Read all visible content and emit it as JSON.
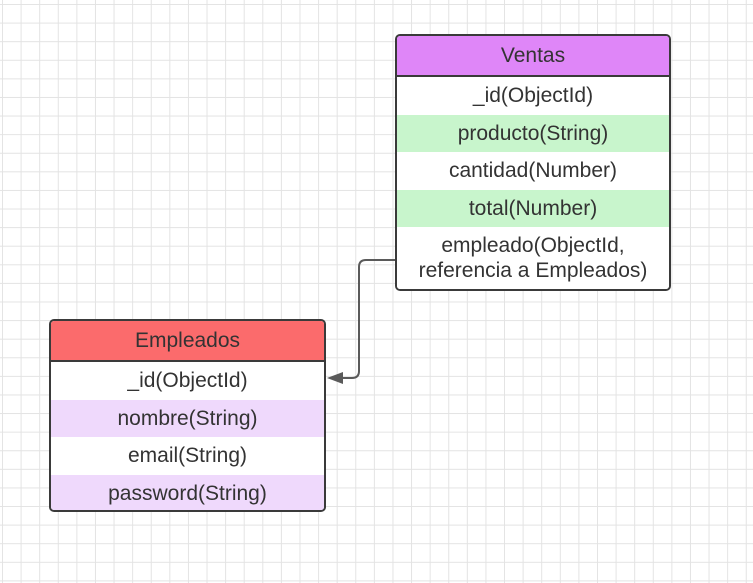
{
  "ventas": {
    "title": "Ventas",
    "header_color": "#df86f8",
    "stripe_color": "#c8f5cc",
    "fields": [
      "_id(ObjectId)",
      "producto(String)",
      "cantidad(Number)",
      "total(Number)",
      "empleado(ObjectId, referencia a Empleados)"
    ]
  },
  "empleados": {
    "title": "Empleados",
    "header_color": "#fb6b6c",
    "stripe_color": "#efd9fc",
    "fields": [
      "_id(ObjectId)",
      "nombre(String)",
      "email(String)",
      "password(String)"
    ]
  }
}
